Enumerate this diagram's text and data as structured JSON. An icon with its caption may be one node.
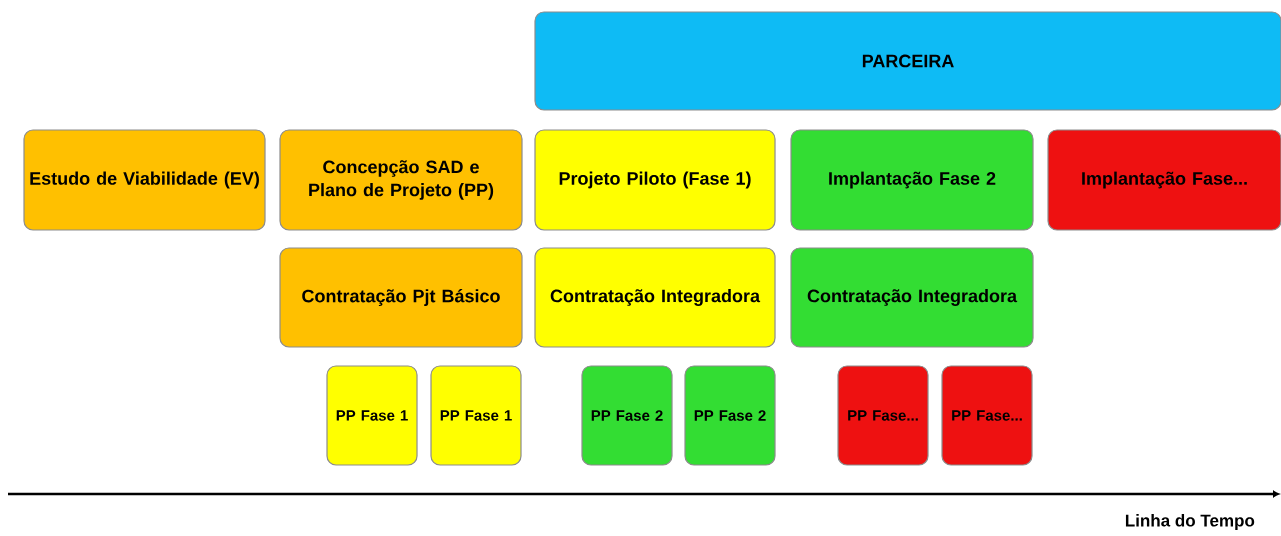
{
  "diagram": {
    "nodes": [
      {
        "text": [
          "PARCEIRA"
        ]
      },
      {
        "text": [
          "Estudo de Viabilidade (EV)"
        ]
      },
      {
        "text": [
          "Concepção SAD e Plano de Projeto (PP)"
        ]
      },
      {
        "text": [
          "Projeto Piloto (Fase 1)"
        ]
      },
      {
        "text": [
          "Implantação Fase 2"
        ]
      },
      {
        "text": [
          "Implantação Fase..."
        ]
      },
      {
        "text": [
          "Contratação Pjt Básico"
        ]
      },
      {
        "text": [
          "Contratação Integradora"
        ]
      },
      {
        "text": [
          "Contratação Integradora"
        ]
      },
      {
        "text": [
          "PP Fase 1"
        ]
      },
      {
        "text": [
          "PP Fase 1"
        ]
      },
      {
        "text": [
          "PP Fase 2"
        ]
      },
      {
        "text": [
          "PP Fase 2"
        ]
      },
      {
        "text": [
          "PP Fase..."
        ]
      },
      {
        "text": [
          "PP Fase..."
        ]
      }
    ],
    "labels": [
      "Linha do Tempo"
    ]
  }
}
